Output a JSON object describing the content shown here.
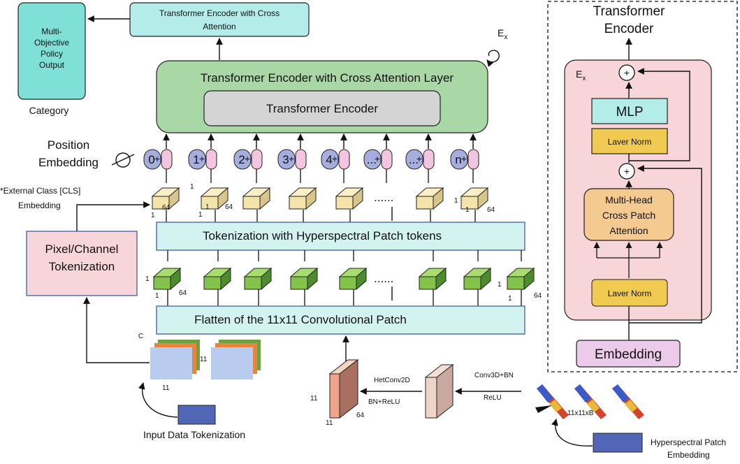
{
  "top_encoder": {
    "line1": "Transformer Encoder with Cross",
    "line2": "Attention"
  },
  "policy_output": {
    "line1": "Multi-",
    "line2": "Objective",
    "line3": "Policy",
    "line4": "Output",
    "caption": "Category"
  },
  "encoder_block": {
    "title": "Transformer Encoder with Cross Attention Layer",
    "inner": "Transformer Encoder",
    "repeat_label": "E",
    "repeat_sub": "x"
  },
  "position_embedding": {
    "line1": "Position",
    "line2": "Embedding"
  },
  "tokens": [
    "0",
    "1",
    "2",
    "3",
    "4",
    "...",
    "...",
    "n"
  ],
  "cls_embedding": {
    "line1": "*External Class [CLS]",
    "line2": "Embedding"
  },
  "tokenization_bar": "Tokenization with Hyperspectral Patch tokens",
  "pixel_channel": {
    "line1": "Pixel/Channel",
    "line2": "Tokenization"
  },
  "flatten_bar": "Flatten of the 11x11 Convolutional Patch",
  "dims": {
    "one": "1",
    "sixty_four": "64",
    "eleven": "11",
    "c": "C",
    "cube_size": "11x11xB"
  },
  "ellipsis": "......",
  "input_tokenization": "Input Data Tokenization",
  "hetconv": {
    "label": "HetConv2D",
    "sub": "BN+ReLU"
  },
  "conv3d": {
    "label": "Conv3D+BN",
    "sub": "ReLU"
  },
  "hyperspectral": {
    "line1": "Hyperspectral Patch",
    "line2": "Embedding"
  },
  "right_panel": {
    "title_line1": "Transformer",
    "title_line2": "Encoder",
    "repeat_label": "E",
    "repeat_sub": "x",
    "plus": "+",
    "mlp": "MLP",
    "layer_norm_top": "Laver Norm",
    "attention_line1": "Multi-Head",
    "attention_line2": "Cross Patch",
    "attention_line3": "Attention",
    "layer_norm_bottom": "Laver Norm",
    "embedding": "Embedding"
  },
  "colors": {
    "teal": "#b3ece8",
    "green": "#a9d8a6",
    "gray": "#d4d4d4",
    "purple": "#a6aede",
    "pink_token": "#f4c5e0",
    "cream": "#f5e4aa",
    "lime": "#84c34a",
    "light_cyan": "#d3f3f1",
    "pink_box": "#f8d5d9",
    "orange": "#f5ca90",
    "yellow": "#f1cb51",
    "lavender": "#eccaea",
    "navy": "#5166b6"
  }
}
